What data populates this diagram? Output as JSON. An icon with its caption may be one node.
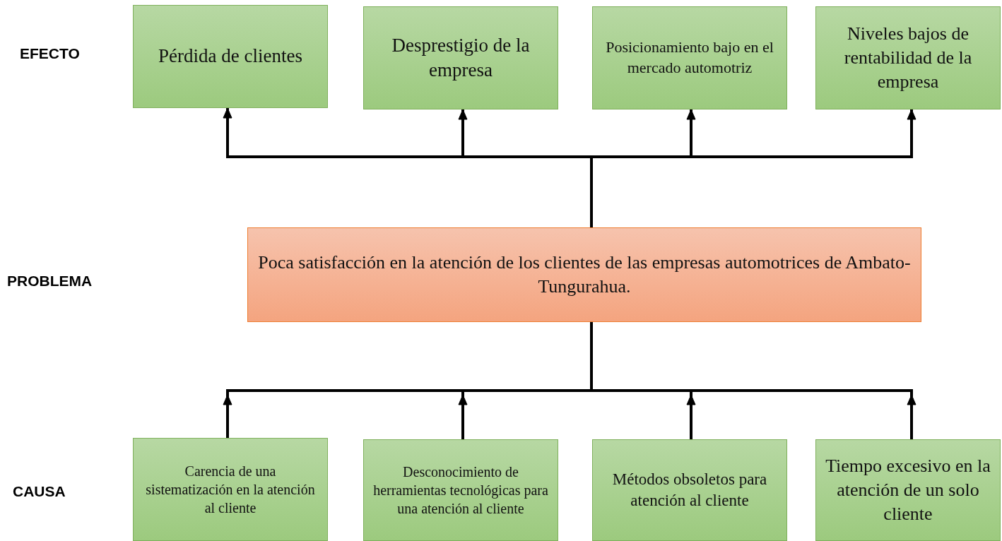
{
  "diagram": {
    "nodes": [
      {
        "text": [
          "Pérdida de clientes"
        ]
      },
      {
        "text": [
          "Desprestigio de la empresa"
        ]
      },
      {
        "text": [
          "Posicionamiento bajo en el mercado automotriz"
        ]
      },
      {
        "text": [
          "Niveles bajos de rentabilidad de la empresa"
        ]
      },
      {
        "text": [
          "Poca satisfacción en la atención de los clientes de las empresas automotrices de Ambato-Tungurahua."
        ]
      },
      {
        "text": [
          "Carencia de una sistematización en la atención al cliente"
        ]
      },
      {
        "text": [
          "Desconocimiento de herramientas tecnológicas para una atención al cliente"
        ]
      },
      {
        "text": [
          "Métodos obsoletos para atención al cliente"
        ]
      },
      {
        "text": [
          "Tiempo excesivo en la atención de un solo cliente"
        ]
      }
    ],
    "edges": [
      {
        "from": 4,
        "to": 0,
        "arrow": "to"
      },
      {
        "from": 4,
        "to": 1,
        "arrow": "to"
      },
      {
        "from": 4,
        "to": 2,
        "arrow": "to"
      },
      {
        "from": 4,
        "to": 3,
        "arrow": "to"
      },
      {
        "from": 5,
        "to": 4,
        "arrow": "to"
      },
      {
        "from": 6,
        "to": 4,
        "arrow": "to"
      },
      {
        "from": 7,
        "to": 4,
        "arrow": "to"
      },
      {
        "from": 8,
        "to": 4,
        "arrow": "to"
      }
    ],
    "labels": [
      "EFECTO",
      "PROBLEMA",
      "CAUSA"
    ]
  }
}
